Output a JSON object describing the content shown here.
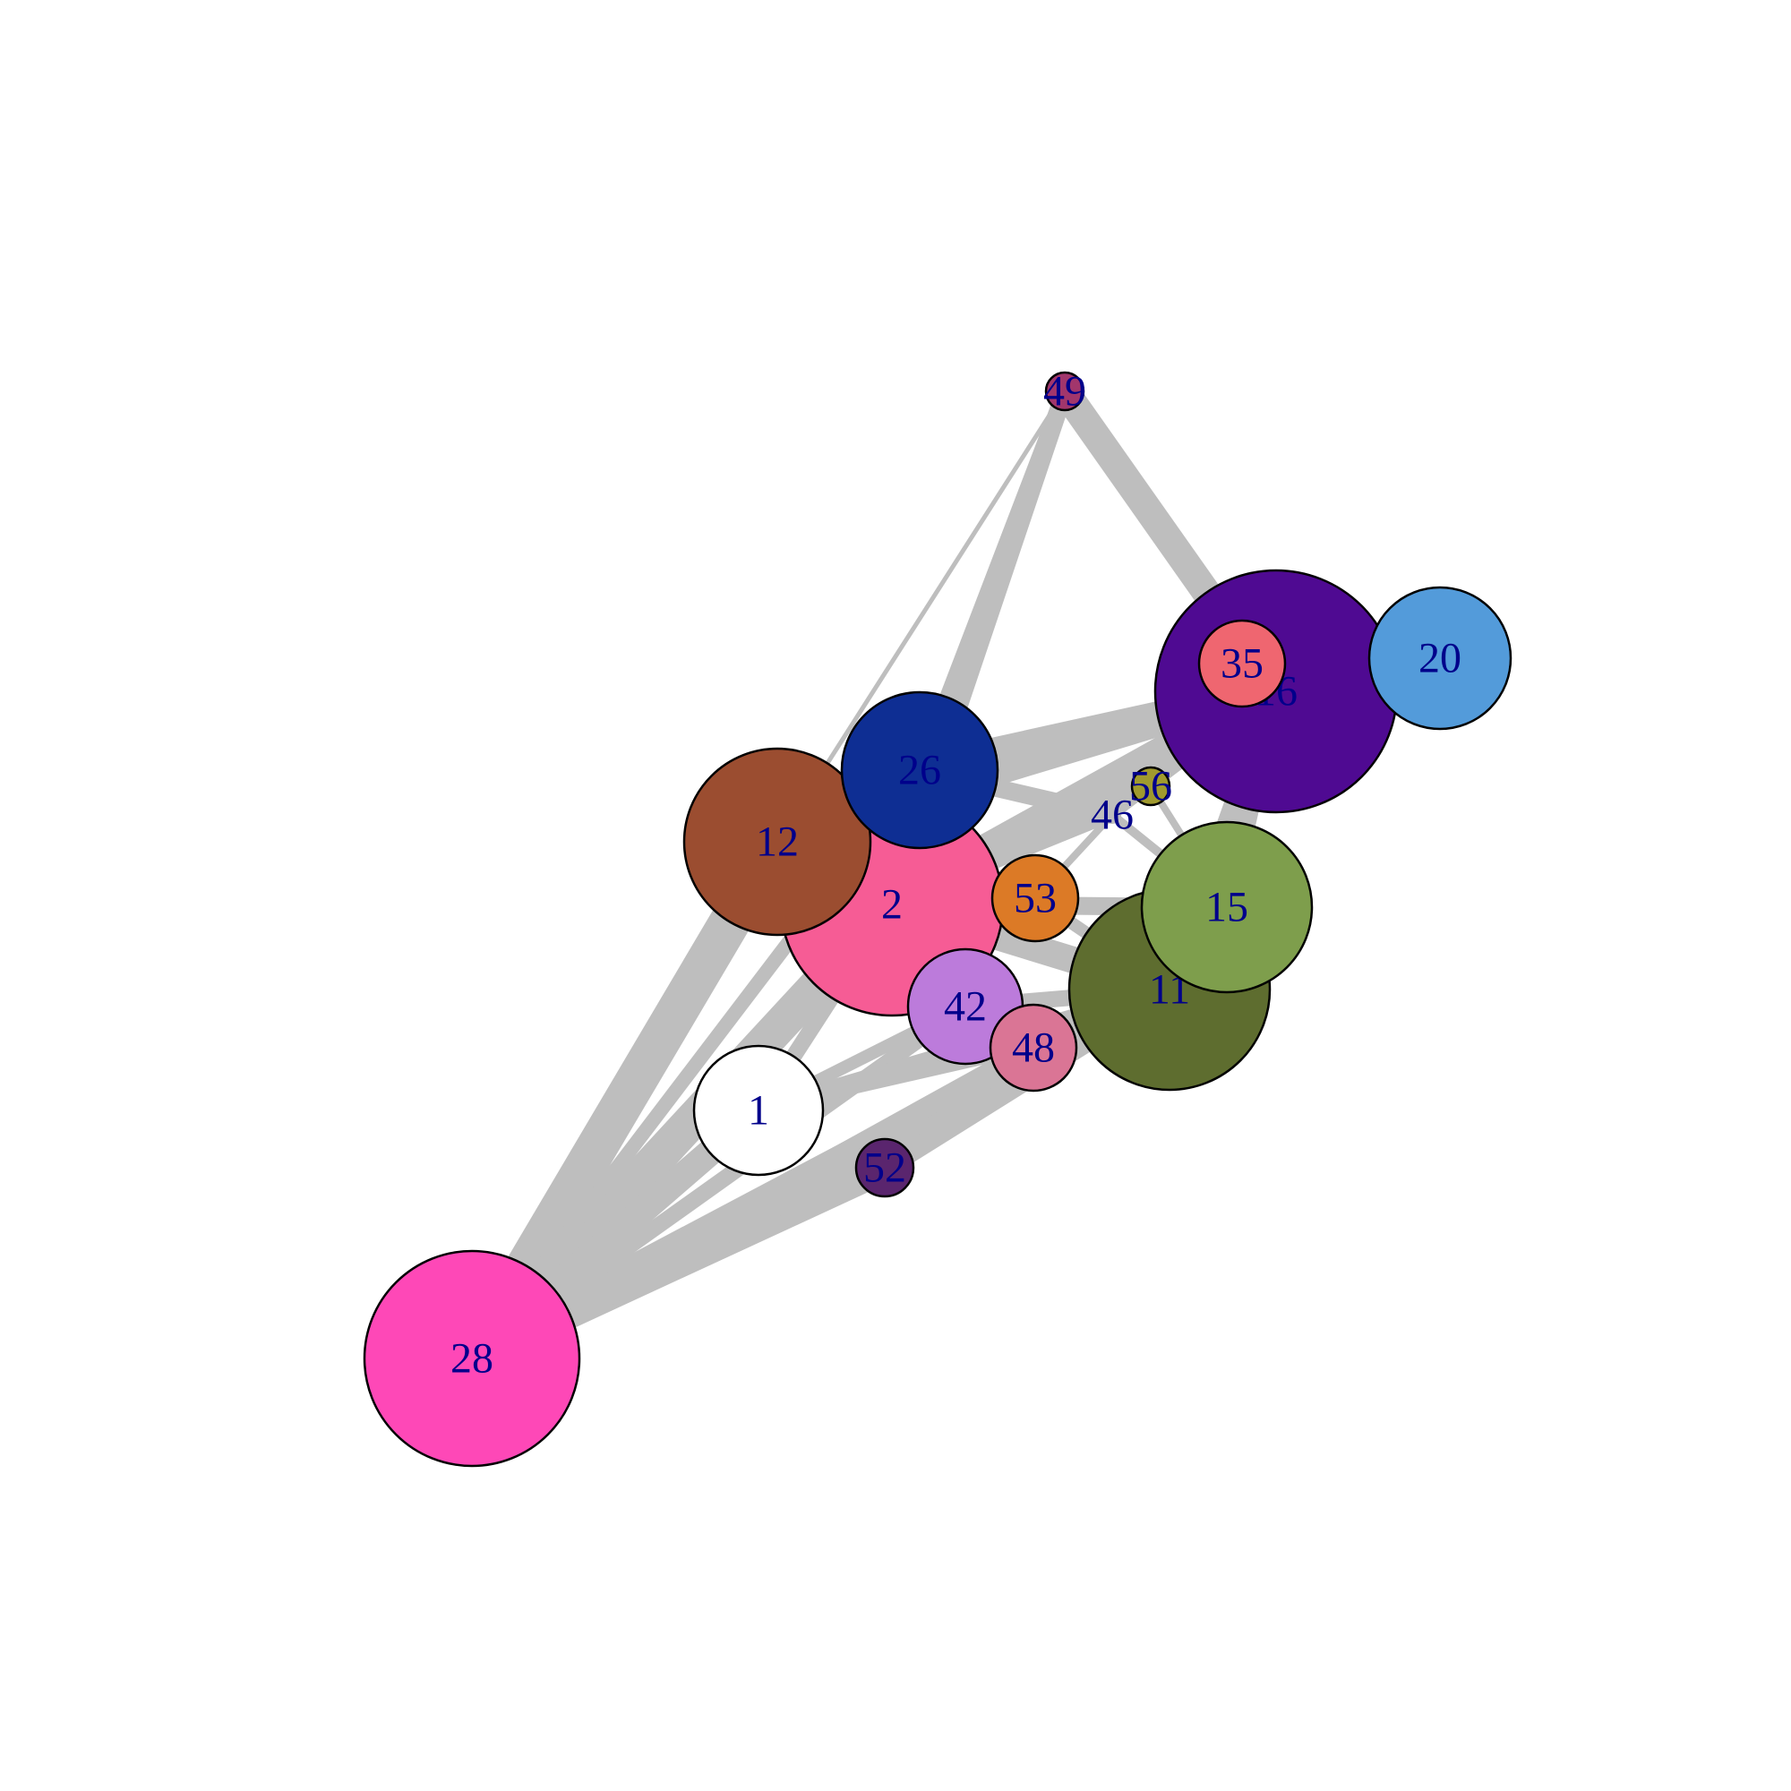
{
  "graph": {
    "nodes": [
      {
        "id": "1",
        "label": "1",
        "color": "#ffffff"
      },
      {
        "id": "2",
        "label": "2",
        "color": "#f65c95"
      },
      {
        "id": "11",
        "label": "11",
        "color": "#5e6d2f"
      },
      {
        "id": "12",
        "label": "12",
        "color": "#9b4d30"
      },
      {
        "id": "15",
        "label": "15",
        "color": "#7e9e4c"
      },
      {
        "id": "16",
        "label": "16",
        "color": "#4f0a92"
      },
      {
        "id": "20",
        "label": "20",
        "color": "#539bda"
      },
      {
        "id": "26",
        "label": "26",
        "color": "#0e2e93"
      },
      {
        "id": "28",
        "label": "28",
        "color": "#fe48b7"
      },
      {
        "id": "35",
        "label": "35",
        "color": "#ef6670"
      },
      {
        "id": "42",
        "label": "42",
        "color": "#bc7bdb"
      },
      {
        "id": "46",
        "label": "46",
        "color": "#bebebe"
      },
      {
        "id": "48",
        "label": "48",
        "color": "#da7595"
      },
      {
        "id": "49",
        "label": "49",
        "color": "#a2366c"
      },
      {
        "id": "52",
        "label": "52",
        "color": "#5a256e"
      },
      {
        "id": "53",
        "label": "53",
        "color": "#dc7a26"
      },
      {
        "id": "56",
        "label": "56",
        "color": "#a09a2e"
      }
    ],
    "edges": [
      [
        "28",
        "12"
      ],
      [
        "28",
        "2"
      ],
      [
        "28",
        "26"
      ],
      [
        "28",
        "1"
      ],
      [
        "28",
        "52"
      ],
      [
        "28",
        "11"
      ],
      [
        "28",
        "48"
      ],
      [
        "28",
        "42"
      ],
      [
        "49",
        "16"
      ],
      [
        "49",
        "26"
      ],
      [
        "49",
        "12"
      ],
      [
        "49",
        "2"
      ],
      [
        "26",
        "16"
      ],
      [
        "26",
        "46"
      ],
      [
        "12",
        "16"
      ],
      [
        "2",
        "16"
      ],
      [
        "2",
        "11"
      ],
      [
        "2",
        "15"
      ],
      [
        "2",
        "53"
      ],
      [
        "2",
        "42"
      ],
      [
        "2",
        "46"
      ],
      [
        "2",
        "56"
      ],
      [
        "1",
        "2"
      ],
      [
        "1",
        "42"
      ],
      [
        "1",
        "11"
      ],
      [
        "1",
        "48"
      ],
      [
        "52",
        "11"
      ],
      [
        "52",
        "48"
      ],
      [
        "42",
        "11"
      ],
      [
        "48",
        "11"
      ],
      [
        "53",
        "11"
      ],
      [
        "11",
        "15"
      ],
      [
        "11",
        "16"
      ],
      [
        "15",
        "16"
      ],
      [
        "16",
        "20"
      ],
      [
        "16",
        "35"
      ],
      [
        "46",
        "16"
      ],
      [
        "56",
        "16"
      ],
      [
        "46",
        "15"
      ],
      [
        "56",
        "15"
      ],
      [
        "53",
        "46"
      ]
    ]
  }
}
